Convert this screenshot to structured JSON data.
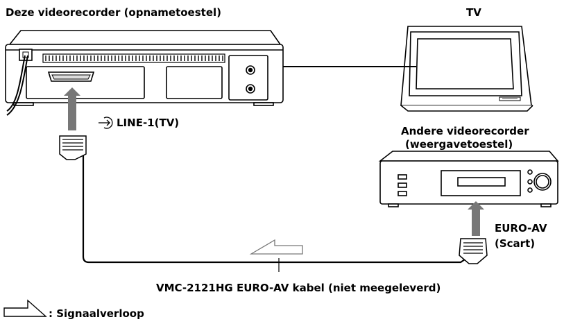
{
  "labels": {
    "recorder_title": "Deze videorecorder (opnametoestel)",
    "tv_title": "TV",
    "other_recorder_line1": "Andere videorecorder",
    "other_recorder_line2": "(weergavetoestel)",
    "line_input": "LINE-1(TV)",
    "euro_av_line1": "EURO-AV",
    "euro_av_line2": "(Scart)",
    "cable_caption": "VMC-2121HG EURO-AV kabel (niet meegeleverd)",
    "legend_text": ":  Signaalverloop"
  },
  "icons": {
    "line_input_icon": "input-arrow-icon",
    "signal_flow_icon": "signal-flow-arrow-icon",
    "scart_plug": "scart-plug-icon"
  },
  "colors": {
    "line": "#000000",
    "arrow": "#777777",
    "background": "#ffffff"
  }
}
